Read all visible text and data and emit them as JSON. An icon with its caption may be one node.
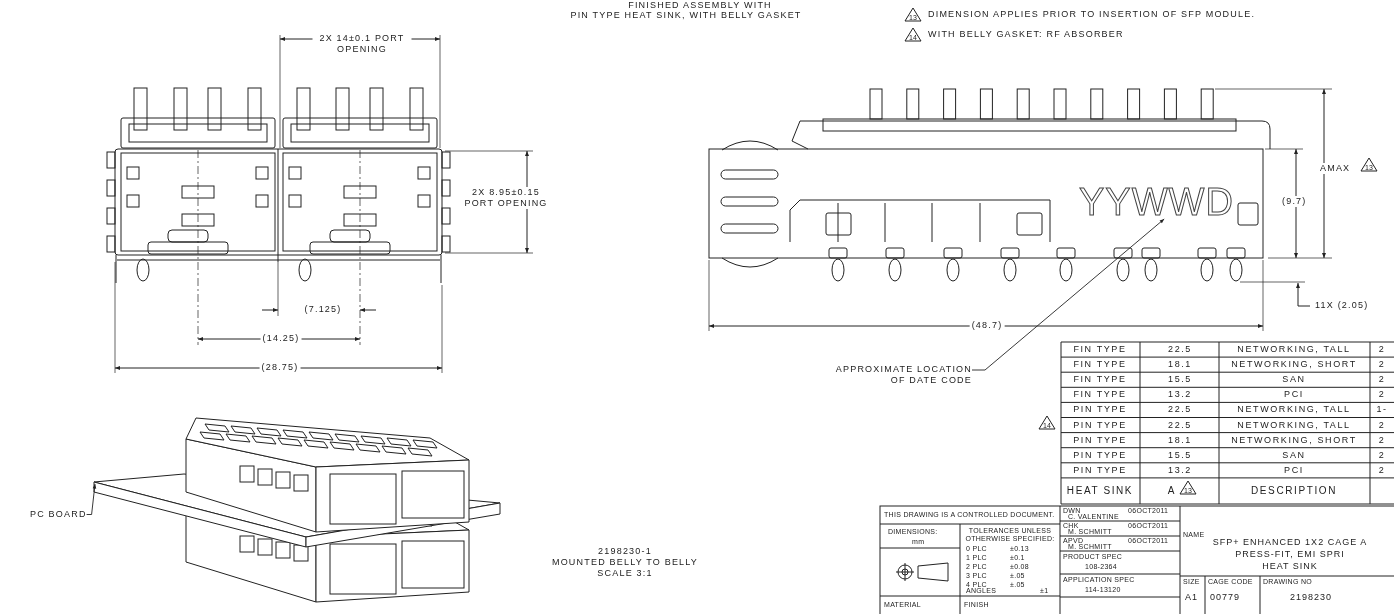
{
  "diagram": {
    "nodes": [
      {
        "text": [
          "APPROXIMATE LOCATION OF DATE CODE"
        ]
      },
      {
        "text": [
          "YYWWD"
        ]
      },
      {
        "text": [
          "PC BOARD"
        ]
      },
      {
        "text": [],
        "shape": "picture"
      }
    ],
    "edges": [
      {
        "from": 0,
        "to": 1,
        "arrow": "to"
      },
      {
        "from": 2,
        "to": 3,
        "arrow": "to"
      }
    ],
    "labels": [
      "FINISHED ASSEMBLY WITH",
      "PIN TYPE HEAT SINK, WITH BELLY GASKET",
      "13",
      "DIMENSION APPLIES PRIOR TO INSERTION OF SFP MODULE.",
      "14",
      "WITH BELLY GASKET: RF ABSORBER",
      "2X 14±0.1 PORT OPENING",
      "2X 8.95±0.15 PORT OPENING",
      "(7.125)",
      "(14.25)",
      "(28.75)",
      "AMAX",
      "13",
      "(9.7)",
      "11X (2.05)",
      "(48.7)",
      "2198230-1",
      "MOUNTED BELLY TO BELLY",
      "SCALE 3:1",
      "14",
      "FIN TYPE",
      "22.5",
      "NETWORKING, TALL",
      "2",
      "FIN TYPE",
      "18.1",
      "NETWORKING, SHORT",
      "2",
      "FIN TYPE",
      "15.5",
      "SAN",
      "2",
      "FIN TYPE",
      "13.2",
      "PCI",
      "2",
      "PIN TYPE",
      "22.5",
      "NETWORKING, TALL",
      "1-",
      "PIN TYPE",
      "22.5",
      "NETWORKING, TALL",
      "2",
      "PIN TYPE",
      "18.1",
      "NETWORKING, SHORT",
      "2",
      "PIN TYPE",
      "15.5",
      "SAN",
      "2",
      "PIN TYPE",
      "13.2",
      "PCI",
      "2",
      "HEAT SINK",
      "A",
      "13",
      "DESCRIPTION",
      "THIS DRAWING IS A CONTROLLED DOCUMENT.",
      "DIMENSIONS:",
      "mm",
      "TOLERANCES UNLESS",
      "OTHERWISE SPECIFIED:",
      "0 PLC",
      "±0.13",
      "1 PLC",
      "±0.1",
      "2 PLC",
      "±0.08",
      "3 PLC",
      "±.05",
      "4 PLC",
      "±.05",
      "ANGLES",
      "±1",
      "MATERIAL",
      "FINISH",
      "DWN",
      "C. VALENTINE",
      "06OCT2011",
      "CHK",
      "M. SCHMITT",
      "06OCT2011",
      "APVD",
      "M. SCHMITT",
      "06OCT2011",
      "PRODUCT SPEC",
      "108-2364",
      "APPLICATION SPEC",
      "114-13120",
      "NAME",
      "SFP+ ENHANCED 1X2 CAGE A",
      "PRESS-FIT, EMI SPRI",
      "HEAT SINK",
      "SIZE",
      "A1",
      "CAGE CODE",
      "00779",
      "DRAWING NO",
      "2198230"
    ]
  }
}
